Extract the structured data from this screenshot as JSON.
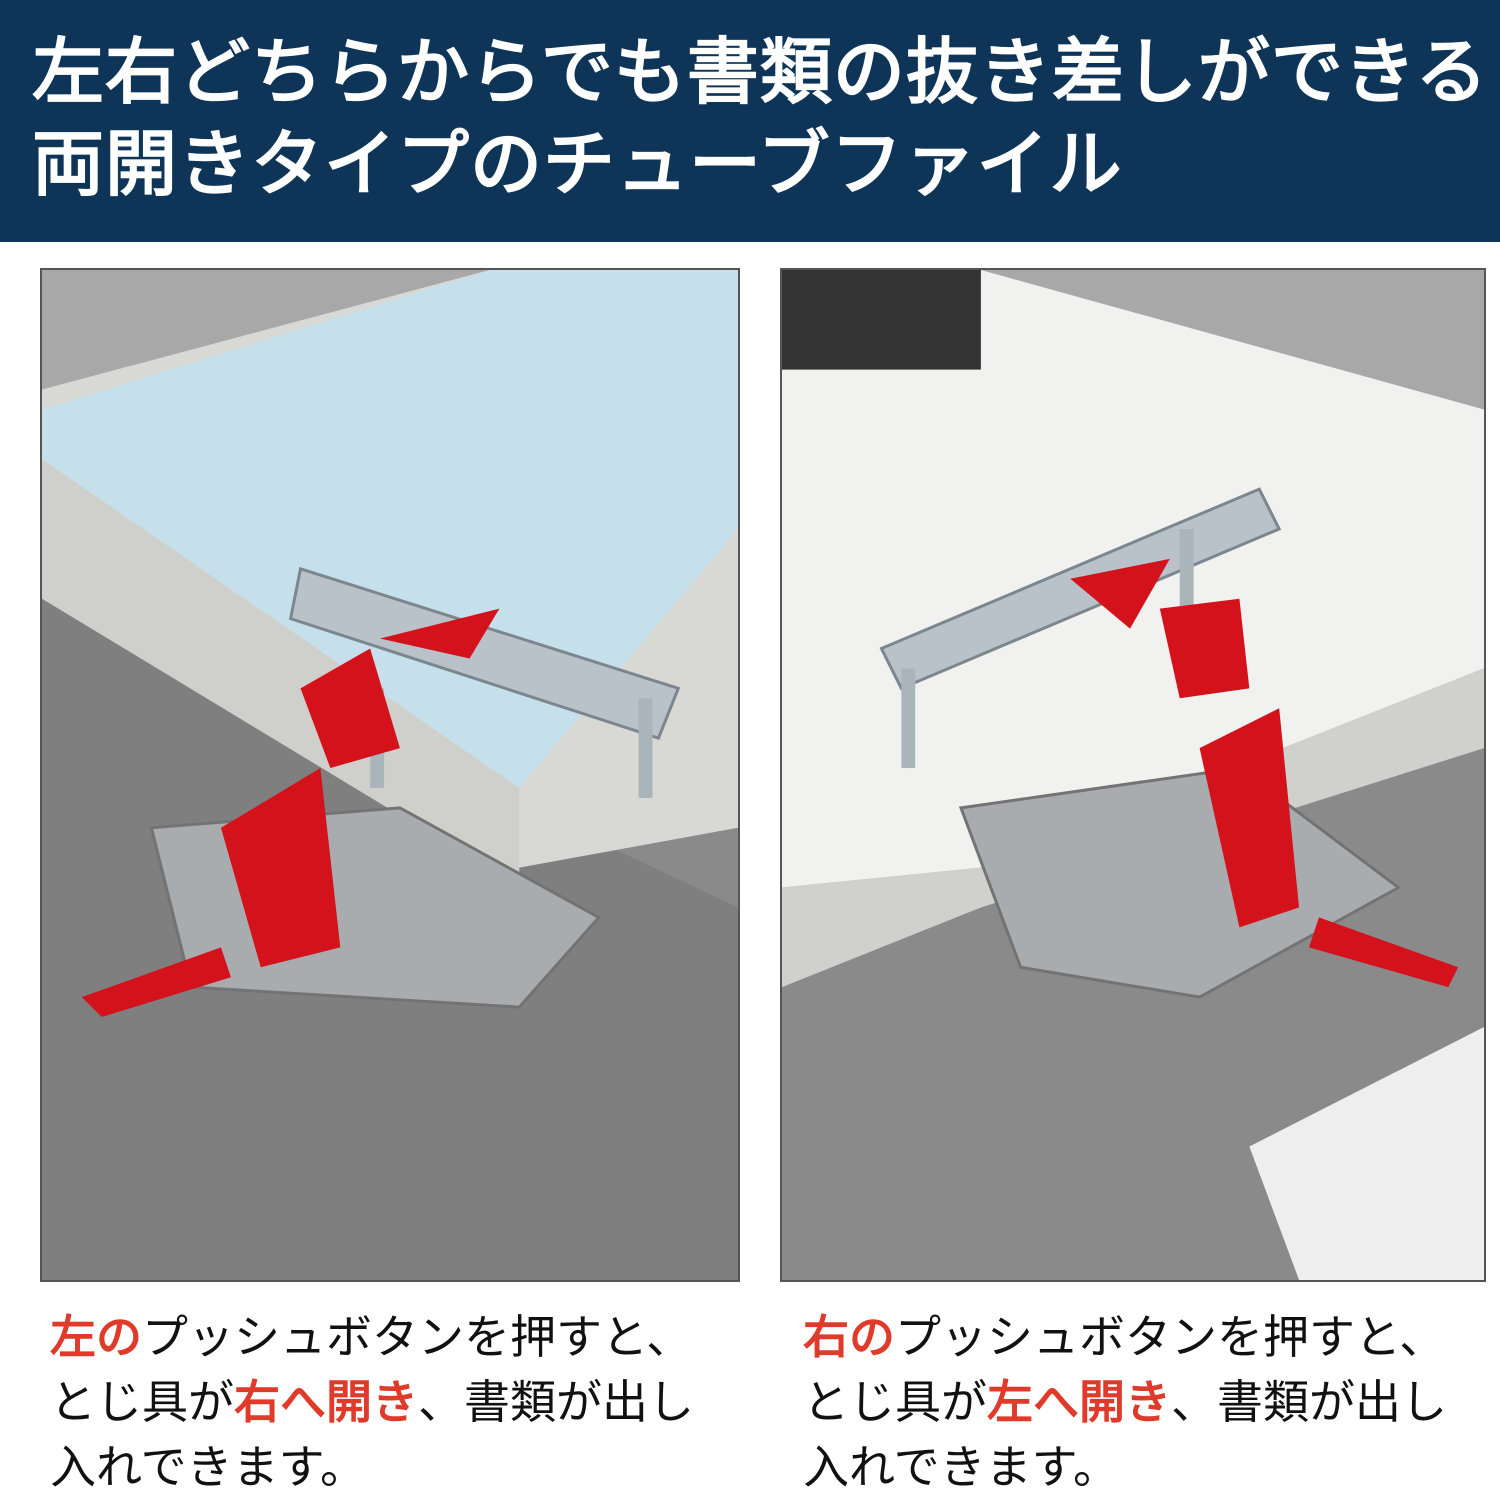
{
  "header": {
    "line1": "左右どちらからでも書類の抜き差しができる",
    "line2": "両開きタイプのチューブファイル"
  },
  "colors": {
    "header_bg": "#0e3458",
    "accent_red": "#e03a2a",
    "arrow_red": "#d3121c"
  },
  "photos": {
    "left": {
      "icon": "tube-file-open-right-photo"
    },
    "right": {
      "icon": "tube-file-open-left-photo"
    }
  },
  "captions": {
    "left": {
      "hl1": "左の",
      "t1": "プッシュボタンを押すと、",
      "t2a": "とじ具が",
      "hl2": "右へ開き",
      "t2b": "、書類が出し",
      "t3": "入れできます。"
    },
    "right": {
      "hl1": "右の",
      "t1": "プッシュボタンを押すと、",
      "t2a": "とじ具が",
      "hl2": "左へ開き",
      "t2b": "、書類が出し",
      "t3": "入れできます。"
    }
  }
}
